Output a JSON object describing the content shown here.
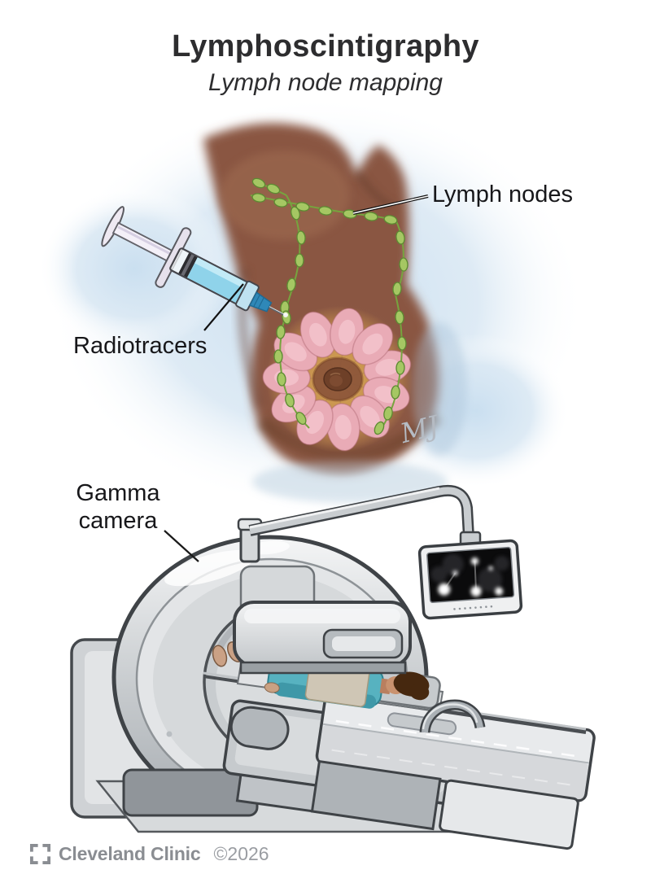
{
  "header": {
    "title": "Lymphoscintigraphy",
    "subtitle": "Lymph node mapping"
  },
  "labels": {
    "lymph_nodes": "Lymph nodes",
    "radiotracers": "Radiotracers",
    "gamma_camera_line1": "Gamma",
    "gamma_camera_line2": "camera"
  },
  "signature": "MJ",
  "footer": {
    "brand": "Cleveland Clinic",
    "copyright": "©2026"
  },
  "colors": {
    "title_text": "#2d2d2f",
    "label_text": "#17171a",
    "footer_gray": "#8a8d92",
    "background_glow_blue": "#cadff0",
    "skin_brown": "#8a5743",
    "skin_shadow": "#5e3a2b",
    "lymph_green": "#a5c763",
    "lymph_green_dark": "#5d8a32",
    "lobule_pink": "#e9abb6",
    "areola_yellow": "#d9a855",
    "nipple_brown": "#6e4028",
    "radiotracer_fluid": "#8fd3ea",
    "syringe_hub_blue": "#2f88b8",
    "machine_light": "#eceeef",
    "machine_mid": "#c9cdd0",
    "machine_dark": "#9ba0a4",
    "machine_outline": "#3f4347",
    "patient_shirt_teal": "#57b2c0",
    "patient_skin": "#c9926f",
    "patient_hair": "#46280f",
    "blanket_beige": "#cfc6b5",
    "screen_black": "#0b0b0c"
  }
}
